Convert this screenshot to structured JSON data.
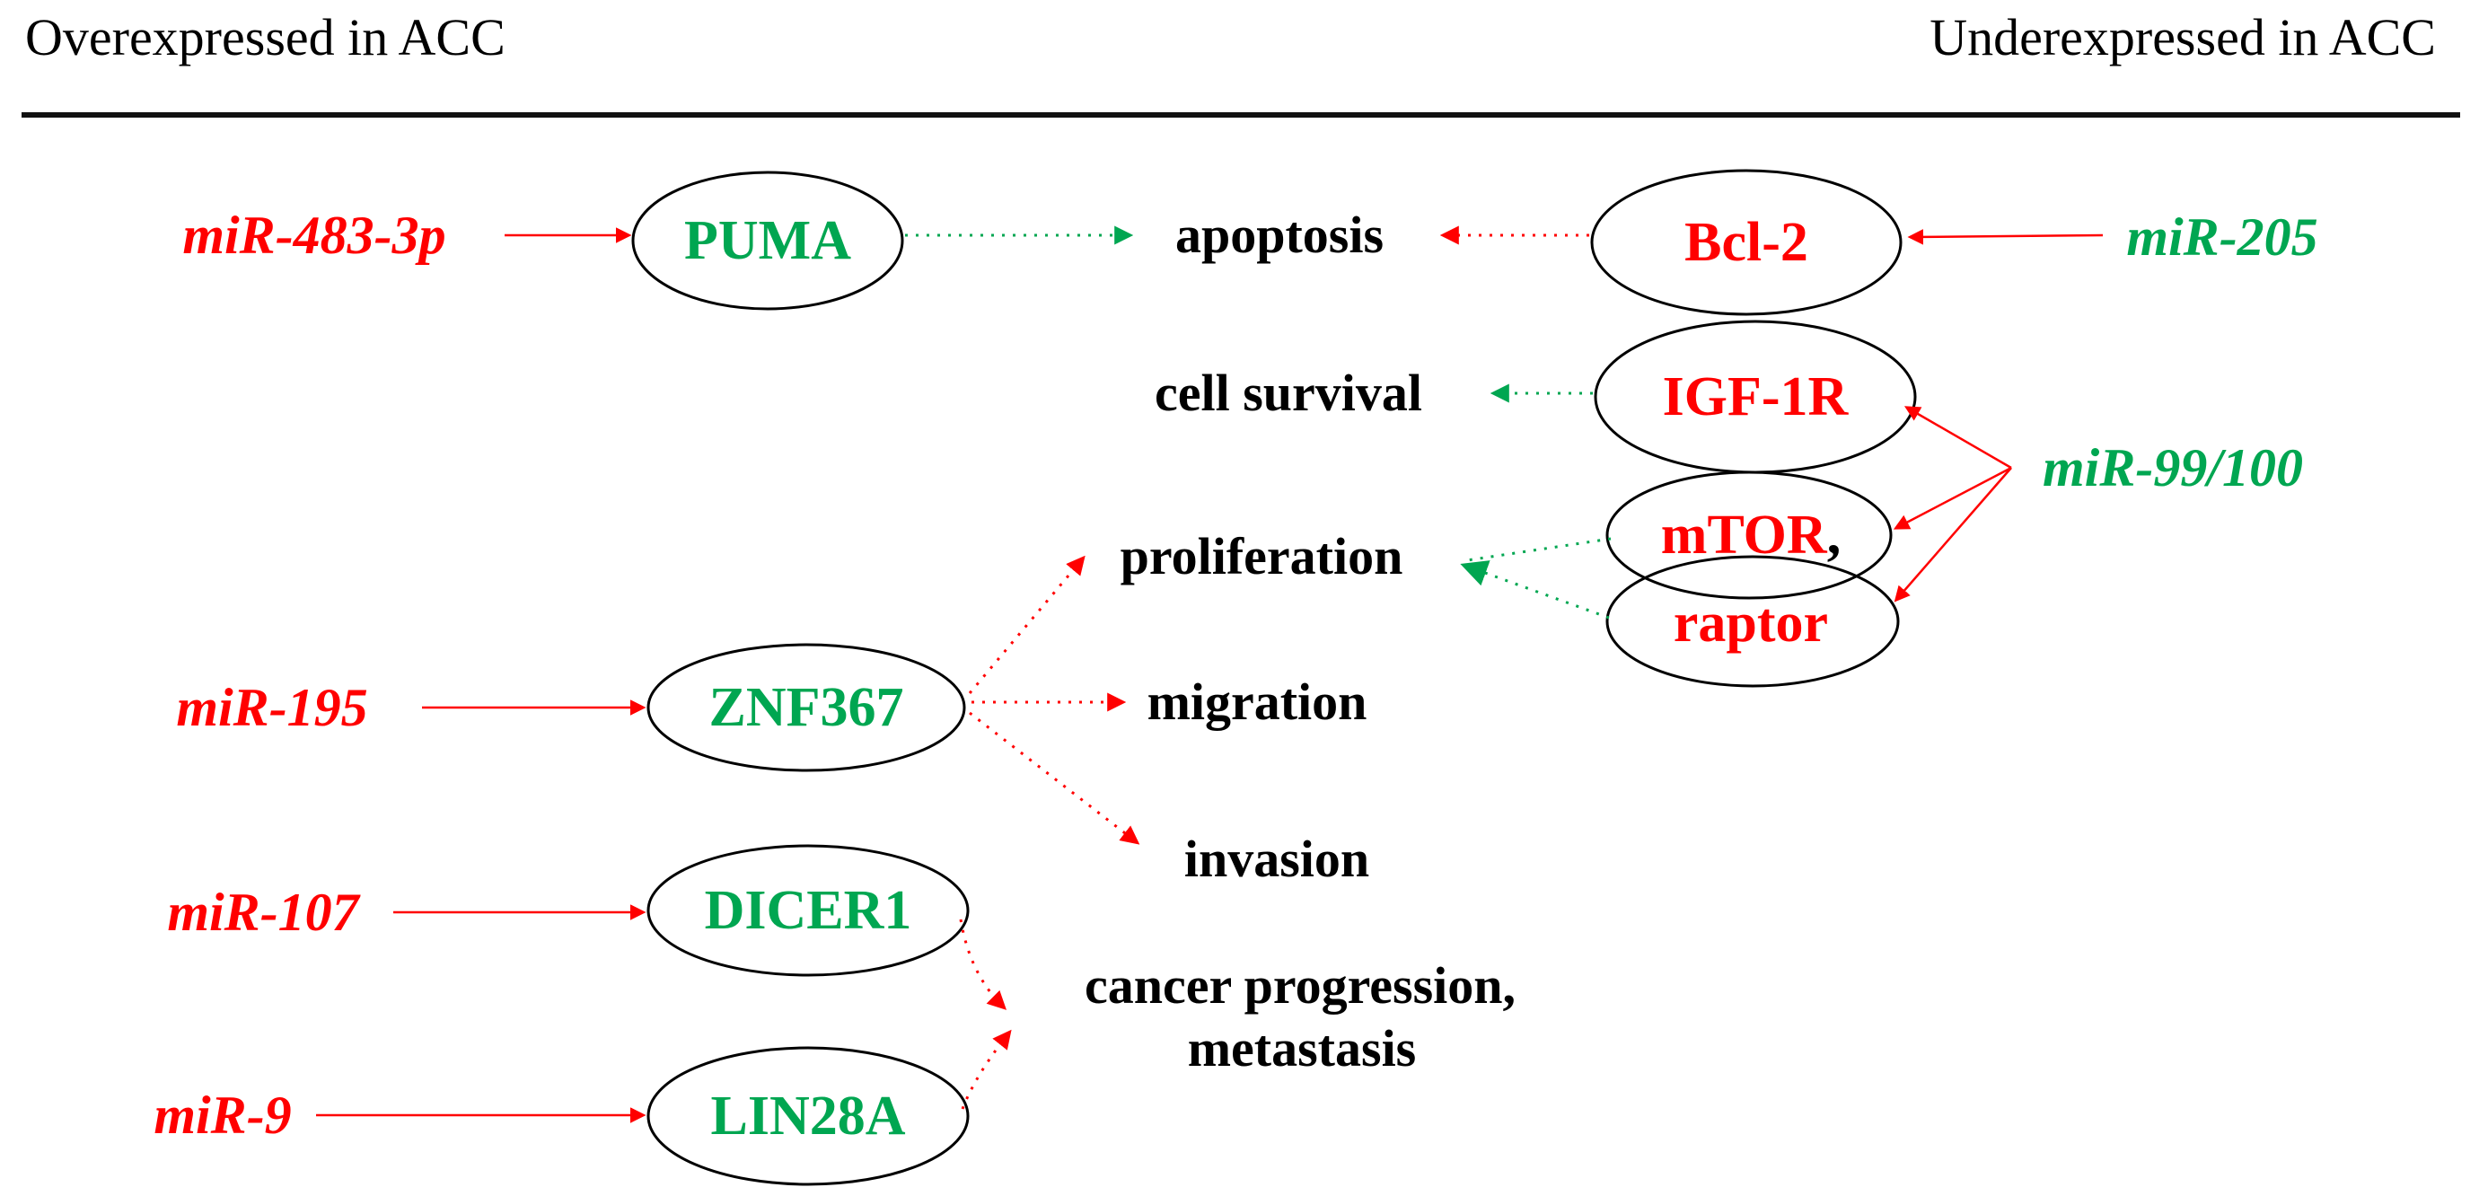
{
  "header": {
    "left": "Overexpressed in ACC",
    "right": "Underexpressed in ACC"
  },
  "colors": {
    "overexpressed_red": "#FF0000",
    "underexpressed_green": "#00A651",
    "text_black": "#000000",
    "ellipse_outline": "#000000"
  },
  "mirnas": {
    "mir483": {
      "label": "miR-483-3p",
      "expression": "overexpressed in ACC"
    },
    "mir195": {
      "label": "miR-195",
      "expression": "overexpressed in ACC"
    },
    "mir107": {
      "label": "miR-107",
      "expression": "overexpressed in ACC"
    },
    "mir9": {
      "label": "miR-9",
      "expression": "overexpressed in ACC"
    },
    "mir205": {
      "label": "miR-205",
      "expression": "underexpressed in ACC"
    },
    "mir99100": {
      "label": "miR-99/100",
      "expression": "underexpressed in ACC"
    }
  },
  "nodes": {
    "puma": {
      "label": "PUMA",
      "color": "green"
    },
    "bcl2": {
      "label": "Bcl-2",
      "color": "red"
    },
    "igf1r": {
      "label": "IGF-1R",
      "color": "red"
    },
    "mtor": {
      "label": "mTOR",
      "suffix": ",",
      "color": "red"
    },
    "raptor": {
      "label": "raptor",
      "color": "red"
    },
    "znf367": {
      "label": "ZNF367",
      "color": "green"
    },
    "dicer1": {
      "label": "DICER1",
      "color": "green"
    },
    "lin28a": {
      "label": "LIN28A",
      "color": "green"
    }
  },
  "processes": {
    "apoptosis": {
      "label": "apoptosis"
    },
    "cell_survival": {
      "label": "cell survival"
    },
    "proliferation": {
      "label": "proliferation"
    },
    "migration": {
      "label": "migration"
    },
    "invasion": {
      "label": "invasion"
    },
    "cancer_progression_line1": "cancer progression,",
    "cancer_progression_line2": "metastasis"
  },
  "edges": [
    {
      "from": "miR-483-3p",
      "to": "PUMA",
      "style": "solid",
      "color": "red"
    },
    {
      "from": "miR-205",
      "to": "Bcl-2",
      "style": "solid",
      "color": "red"
    },
    {
      "from": "miR-99/100",
      "to": "IGF-1R",
      "style": "solid",
      "color": "red"
    },
    {
      "from": "miR-99/100",
      "to": "mTOR",
      "style": "solid",
      "color": "red"
    },
    {
      "from": "miR-99/100",
      "to": "raptor",
      "style": "solid",
      "color": "red"
    },
    {
      "from": "miR-195",
      "to": "ZNF367",
      "style": "solid",
      "color": "red"
    },
    {
      "from": "miR-107",
      "to": "DICER1",
      "style": "solid",
      "color": "red"
    },
    {
      "from": "miR-9",
      "to": "LIN28A",
      "style": "solid",
      "color": "red"
    },
    {
      "from": "PUMA",
      "to": "apoptosis",
      "style": "dotted",
      "color": "green"
    },
    {
      "from": "Bcl-2",
      "to": "apoptosis",
      "style": "dotted",
      "color": "red"
    },
    {
      "from": "IGF-1R",
      "to": "cell survival",
      "style": "dotted",
      "color": "green"
    },
    {
      "from": "mTOR",
      "to": "proliferation",
      "style": "dotted",
      "color": "green"
    },
    {
      "from": "raptor",
      "to": "proliferation",
      "style": "dotted",
      "color": "green"
    },
    {
      "from": "ZNF367",
      "to": "proliferation",
      "style": "dotted",
      "color": "red"
    },
    {
      "from": "ZNF367",
      "to": "migration",
      "style": "dotted",
      "color": "red"
    },
    {
      "from": "ZNF367",
      "to": "invasion",
      "style": "dotted",
      "color": "red"
    },
    {
      "from": "DICER1",
      "to": "cancer progression, metastasis",
      "style": "dotted",
      "color": "red"
    },
    {
      "from": "LIN28A",
      "to": "cancer progression, metastasis",
      "style": "dotted",
      "color": "red"
    }
  ]
}
